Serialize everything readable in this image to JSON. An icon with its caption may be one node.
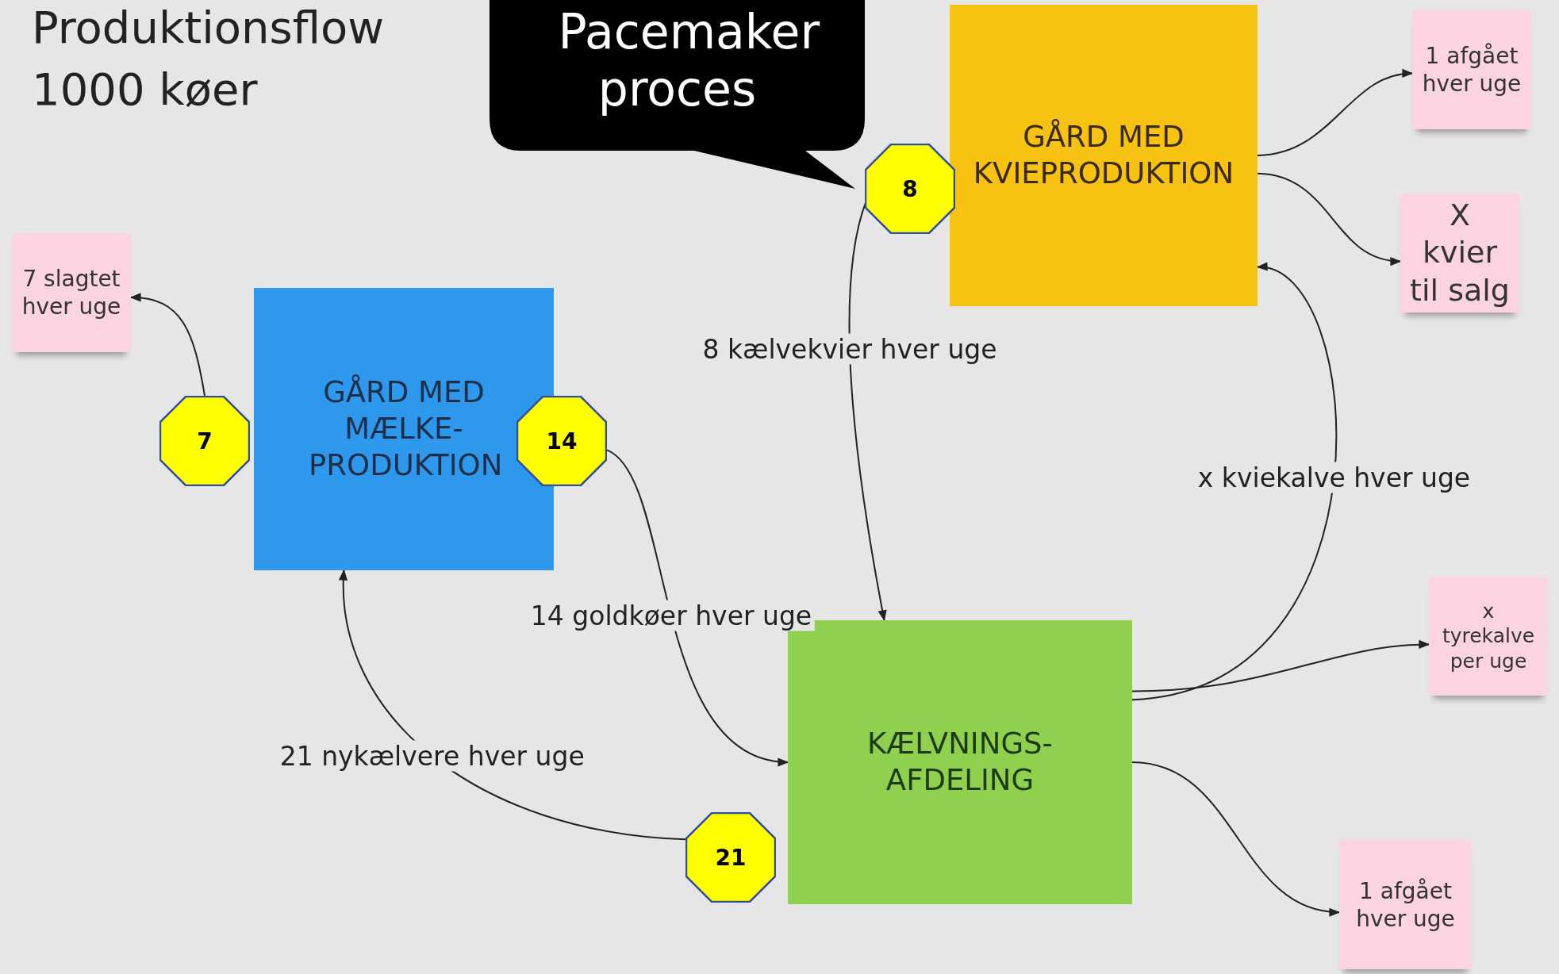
{
  "diagram": {
    "title": "Produktionsflow",
    "nodes": [
      {
        "text": [
          "Pacemaker proces"
        ]
      },
      {
        "text": [
          "GÅRD MED KVIEPRODUKTION"
        ]
      },
      {
        "text": [
          "8"
        ]
      },
      {
        "text": [
          "1 afgået hver uge"
        ]
      },
      {
        "text": [
          "X kvier til salg"
        ]
      },
      {
        "text": [
          "7 slagtet hver uge"
        ]
      },
      {
        "text": [
          "GÅRD MED MÆLKE- PRODUKTION"
        ]
      },
      {
        "text": [
          "7"
        ]
      },
      {
        "text": [
          "14"
        ]
      },
      {
        "text": [
          "x tyrekalve per uge"
        ]
      },
      {
        "text": [
          "KÆLVNINGS- AFDELING"
        ]
      },
      {
        "text": [
          "21"
        ]
      },
      {
        "text": [
          "1 afgået hver uge"
        ]
      }
    ],
    "edges": [
      {
        "from": 1,
        "to": 3,
        "arrow": "to"
      },
      {
        "from": 1,
        "to": 4,
        "arrow": "to"
      },
      {
        "from": 2,
        "to": 10,
        "label": "8 kælvekvier hver uge",
        "arrow": "to"
      },
      {
        "from": 10,
        "to": 1,
        "label": "x kviekalve hver uge",
        "arrow": "to"
      },
      {
        "from": 10,
        "to": 9,
        "arrow": "to"
      },
      {
        "from": 10,
        "to": 12,
        "arrow": "to"
      },
      {
        "from": 8,
        "to": 10,
        "label": "14 goldkøer hver uge",
        "arrow": "to"
      },
      {
        "from": 11,
        "to": 6,
        "label": "21 nykælvere hver uge",
        "arrow": "to"
      },
      {
        "from": 7,
        "to": 5,
        "arrow": "to"
      }
    ],
    "labels": [
      "1000 køer"
    ]
  }
}
